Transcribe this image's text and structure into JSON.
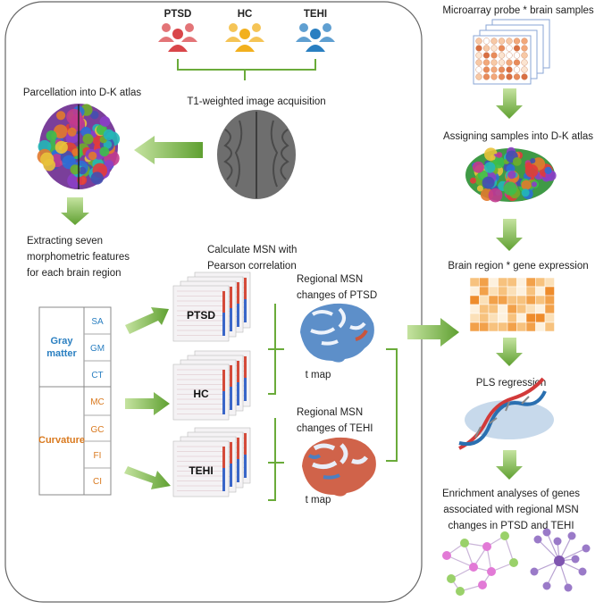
{
  "groups": {
    "ptsd": {
      "label": "PTSD",
      "color": "#d9464a"
    },
    "hc": {
      "label": "HC",
      "color": "#f2b01e"
    },
    "tehi": {
      "label": "TEHI",
      "color": "#2a7fc1"
    }
  },
  "left": {
    "acquisition": "T1-weighted image acquisition",
    "parcellation": "Parcellation into D-K atlas",
    "extract": [
      "Extracting seven",
      "morphometric features",
      "for each brain region"
    ],
    "calc_msn": [
      "Calculate MSN with",
      "Pearson correlation"
    ],
    "features_table": {
      "gray": {
        "label": [
          "Gray",
          "matter"
        ],
        "color": "#2a7fc1",
        "items": [
          "SA",
          "GM",
          "CT"
        ]
      },
      "curv": {
        "label": "Curvature",
        "color": "#d9791e",
        "items": [
          "MC",
          "GC",
          "FI",
          "CI"
        ]
      }
    },
    "matrices": [
      "PTSD",
      "HC",
      "TEHI"
    ],
    "regional_ptsd": [
      "Regional MSN",
      "changes of PTSD"
    ],
    "regional_tehi": [
      "Regional MSN",
      "changes of TEHI"
    ],
    "tmap": "t map"
  },
  "right": {
    "microarray": "Microarray probe * brain samples",
    "assigning": "Assigning samples into D-K atlas",
    "region_gene": "Brain region * gene expression",
    "pls": "PLS regression",
    "enrichment": [
      "Enrichment analyses of genes",
      "associated with regional MSN",
      "changes in PTSD and TEHI"
    ]
  },
  "colors": {
    "arrow": "#7ab648",
    "bracket": "#6aab3a"
  }
}
